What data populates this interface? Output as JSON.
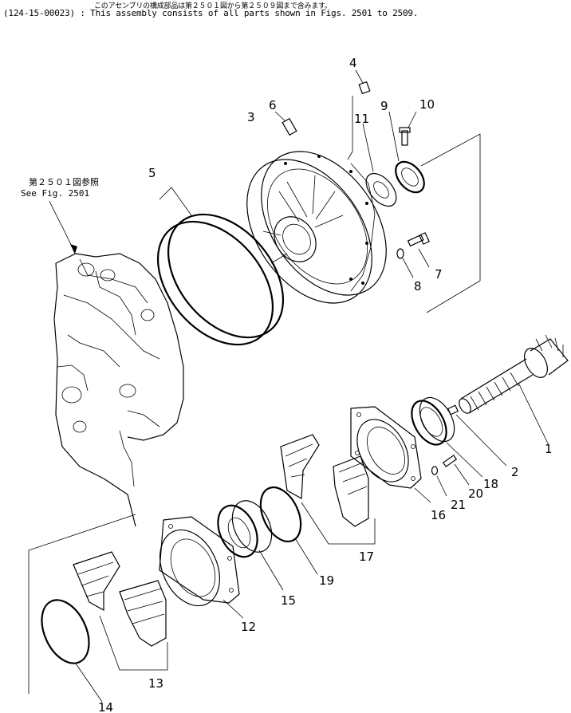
{
  "header": {
    "line1": "このアセンブリの構成部品は第２５０１図から第２５０９図まで含みます。",
    "line2": "(124-15-00023) : This assembly consists of all parts shown in Figs. 2501 to 2509."
  },
  "reference": {
    "jp": "第２５０１図参照",
    "en": "See Fig. 2501"
  },
  "callouts": [
    {
      "id": "c1",
      "text": "1"
    },
    {
      "id": "c2",
      "text": "2"
    },
    {
      "id": "c3",
      "text": "3"
    },
    {
      "id": "c4",
      "text": "4"
    },
    {
      "id": "c5",
      "text": "5"
    },
    {
      "id": "c6",
      "text": "6"
    },
    {
      "id": "c7",
      "text": "7"
    },
    {
      "id": "c8",
      "text": "8"
    },
    {
      "id": "c9",
      "text": "9"
    },
    {
      "id": "c10",
      "text": "10"
    },
    {
      "id": "c11",
      "text": "11"
    },
    {
      "id": "c12",
      "text": "12"
    },
    {
      "id": "c13",
      "text": "13"
    },
    {
      "id": "c14",
      "text": "14"
    },
    {
      "id": "c15",
      "text": "15"
    },
    {
      "id": "c16",
      "text": "16"
    },
    {
      "id": "c17",
      "text": "17"
    },
    {
      "id": "c18",
      "text": "18"
    },
    {
      "id": "c19",
      "text": "19"
    },
    {
      "id": "c20",
      "text": "20"
    },
    {
      "id": "c21",
      "text": "21"
    }
  ]
}
